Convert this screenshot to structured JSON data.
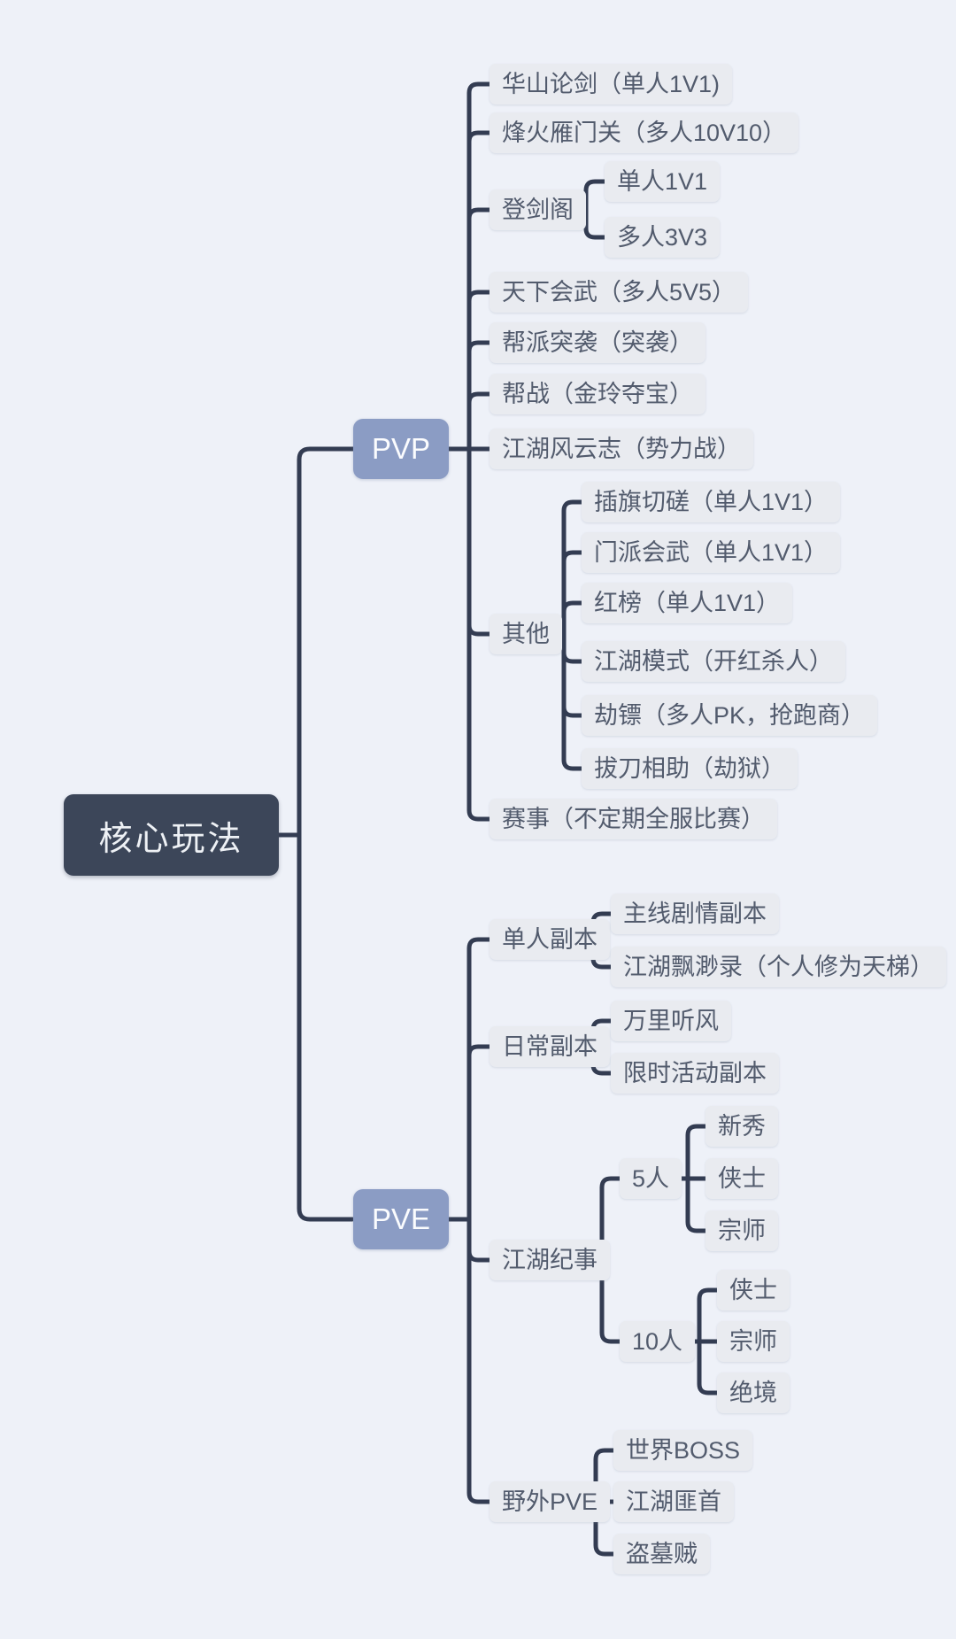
{
  "diagram": {
    "type": "mindmap",
    "orientation": "left-to-right"
  },
  "colors": {
    "background": "#eef1f8",
    "root_fill": "#3c4659",
    "root_text": "#eef1f5",
    "branch_fill": "#8b9cc4",
    "branch_text": "#fbfcfe",
    "leaf_fill": "#e9ebf0",
    "leaf_text": "#525b6d",
    "connector": "#333c52"
  },
  "root": {
    "label": "核心玩法"
  },
  "pvp": {
    "label": "PVP",
    "children": [
      {
        "label": "华山论剑（单人1V1)"
      },
      {
        "label": "烽火雁门关（多人10V10）"
      },
      {
        "label": "登剑阁",
        "children": [
          {
            "label": "单人1V1"
          },
          {
            "label": "多人3V3"
          }
        ]
      },
      {
        "label": "天下会武（多人5V5）"
      },
      {
        "label": "帮派突袭（突袭）"
      },
      {
        "label": "帮战（金玲夺宝）"
      },
      {
        "label": "江湖风云志（势力战）"
      },
      {
        "label": "其他",
        "children": [
          {
            "label": "插旗切磋（单人1V1）"
          },
          {
            "label": "门派会武（单人1V1）"
          },
          {
            "label": "红榜（单人1V1）"
          },
          {
            "label": "江湖模式（开红杀人）"
          },
          {
            "label": "劫镖（多人PK，抢跑商）"
          },
          {
            "label": "拔刀相助（劫狱）"
          }
        ]
      },
      {
        "label": "赛事（不定期全服比赛）"
      }
    ]
  },
  "pve": {
    "label": "PVE",
    "children": [
      {
        "label": "单人副本",
        "children": [
          {
            "label": "主线剧情副本"
          },
          {
            "label": "江湖飘渺录（个人修为天梯）"
          }
        ]
      },
      {
        "label": "日常副本",
        "children": [
          {
            "label": "万里听风"
          },
          {
            "label": "限时活动副本"
          }
        ]
      },
      {
        "label": "江湖纪事",
        "children": [
          {
            "label": "5人",
            "children": [
              {
                "label": "新秀"
              },
              {
                "label": "侠士"
              },
              {
                "label": "宗师"
              }
            ]
          },
          {
            "label": "10人",
            "children": [
              {
                "label": "侠士"
              },
              {
                "label": "宗师"
              },
              {
                "label": "绝境"
              }
            ]
          }
        ]
      },
      {
        "label": "野外PVE",
        "children": [
          {
            "label": "世界BOSS"
          },
          {
            "label": "江湖匪首"
          },
          {
            "label": "盗墓贼"
          }
        ]
      }
    ]
  }
}
